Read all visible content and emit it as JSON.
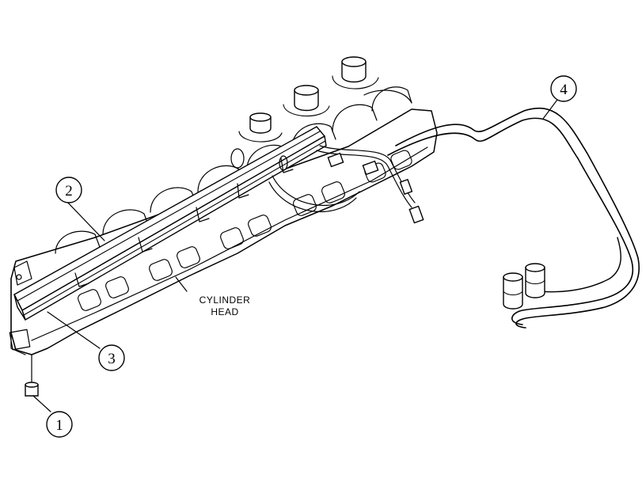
{
  "callouts": [
    {
      "number": "1"
    },
    {
      "number": "2"
    },
    {
      "number": "3"
    },
    {
      "number": "4"
    }
  ],
  "note": {
    "line1": "CYLINDER",
    "line2": "HEAD"
  },
  "colors": {
    "ink": "#000000",
    "background": "#ffffff"
  }
}
